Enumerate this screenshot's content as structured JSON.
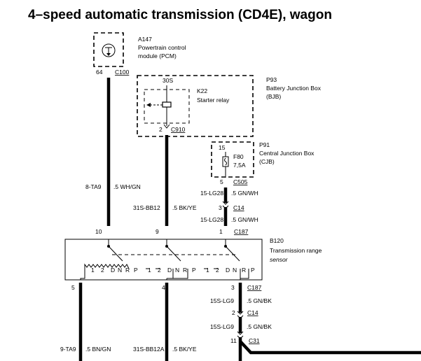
{
  "title": "4–speed automatic transmission (CD4E), wagon",
  "pcm": {
    "id": "A147",
    "name1": "Powertrain control",
    "name2": "module (PCM)",
    "pin": "64",
    "connector": "C100"
  },
  "bjb": {
    "id": "P93",
    "name1": "Battery Junction Box",
    "name2": "(BJB)",
    "supply": "30S",
    "relay_id": "K22",
    "relay_name": "Starter relay",
    "pin": "2",
    "connector": "C910"
  },
  "cjb": {
    "id": "P91",
    "name1": "Central Junction Box",
    "name2": "(CJB)",
    "supply": "15",
    "fuse_id": "F80",
    "fuse_rating": "7,5A",
    "pin": "5",
    "connector": "C505"
  },
  "wires_top": [
    {
      "circuit": "8-TA9",
      "spec": ".5 WH/GN"
    },
    {
      "circuit": "31S-BB12",
      "spec": ".5 BK/YE"
    },
    {
      "circuit": "15-LG28",
      "spec": ".5 GN/WH"
    },
    {
      "circuit": "15-LG28",
      "spec": ".5 GN/WH"
    }
  ],
  "c14_top": {
    "pin": "3",
    "connector": "C14"
  },
  "trs": {
    "id": "B120",
    "name1": "Transmission range",
    "name2": "sensor",
    "top_pins": [
      "10",
      "9",
      "1"
    ],
    "top_connector": "C187",
    "bottom_pins": [
      "5",
      "4",
      "3"
    ],
    "bottom_connector": "C187",
    "scale_a": [
      "1",
      "2",
      "D",
      "N",
      "R",
      "P"
    ],
    "scale_b": [
      "1",
      "2",
      "D",
      "N",
      "R",
      "P"
    ],
    "scale_c": [
      "1",
      "2",
      "D",
      "N",
      "R",
      "P"
    ]
  },
  "wires_bottom": [
    {
      "circuit": "15S-LG9",
      "spec": ".5 GN/BK"
    },
    {
      "circuit": "15S-LG9",
      "spec": ".5 GN/BK"
    },
    {
      "circuit": "9-TA9",
      "spec": ".5 BN/GN"
    },
    {
      "circuit": "31S-BB12A",
      "spec": ".5 BK/YE"
    }
  ],
  "c14_bottom": {
    "pin": "2",
    "connector": "C14"
  },
  "c31": {
    "pin": "11",
    "connector": "C31"
  }
}
